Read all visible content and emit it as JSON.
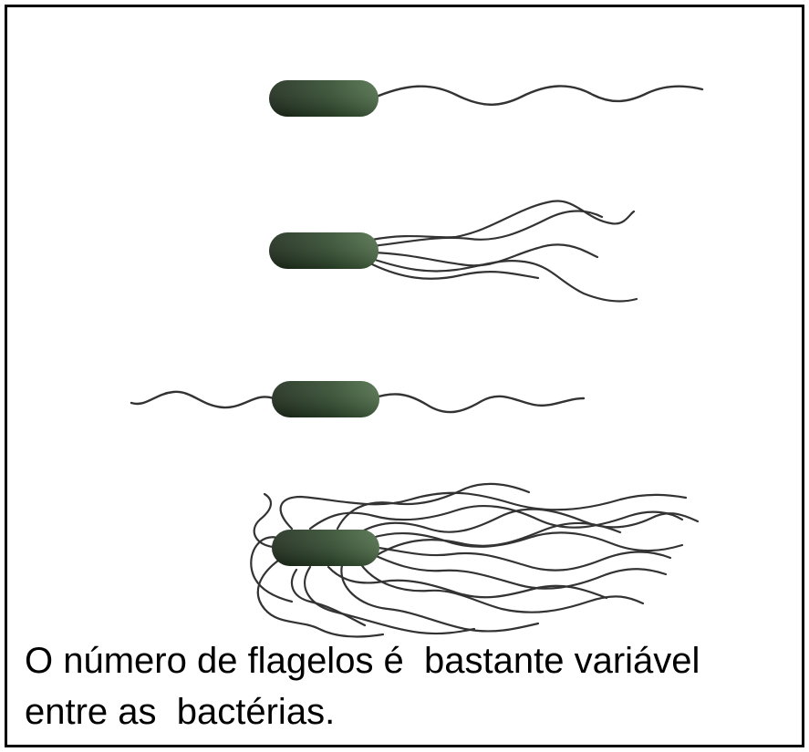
{
  "figure": {
    "caption_line1": "O número de flagelos é  bastante variável",
    "caption_line2": "entre as  bactérias.",
    "colors": {
      "frame": "#000000",
      "cell_body": "#2f4a2c",
      "cell_highlight": "#4e6e48",
      "flagellum": "#333333"
    },
    "panels": [
      {
        "arrangement": "monotrichous",
        "flagella_count": 1
      },
      {
        "arrangement": "lophotrichous",
        "flagella_count": 5
      },
      {
        "arrangement": "amphitrichous",
        "flagella_count": 2
      },
      {
        "arrangement": "peritrichous",
        "flagella_count": 16
      }
    ]
  }
}
